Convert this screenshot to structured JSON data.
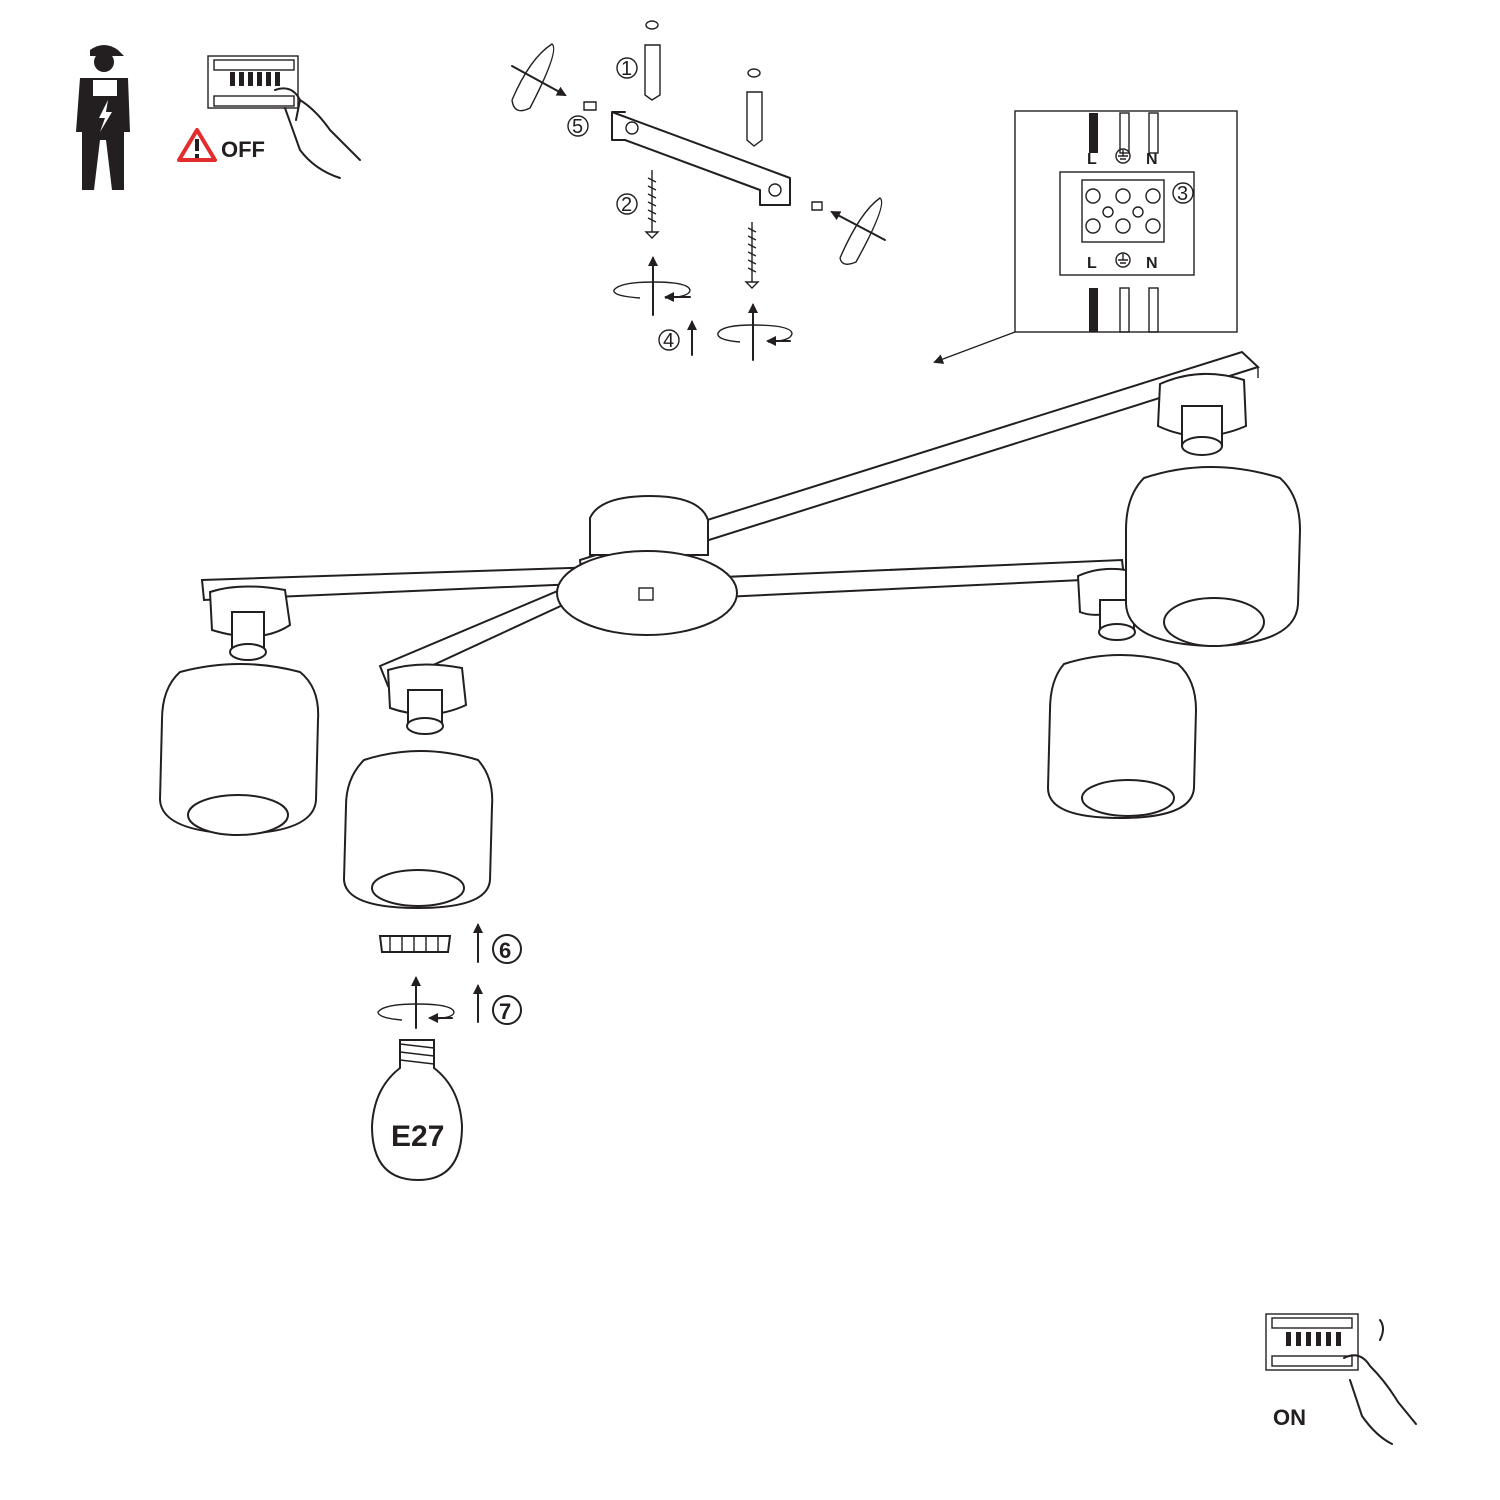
{
  "labels": {
    "power_off": "OFF",
    "power_on": "ON",
    "bulb_type": "E27",
    "terminal_top": [
      "L",
      "N"
    ],
    "terminal_bottom": [
      "L",
      "N"
    ]
  },
  "steps": [
    "1",
    "2",
    "3",
    "4",
    "5",
    "6",
    "7"
  ],
  "colors": {
    "line": "#231f20",
    "warning": "#e32c2c",
    "background": "#ffffff"
  },
  "icons": [
    "electrician-icon",
    "warning-triangle-icon",
    "breaker-panel-icon",
    "hand-icon",
    "ground-symbol-icon",
    "rotate-arrow-icon",
    "up-arrow-icon",
    "bulb-icon"
  ]
}
